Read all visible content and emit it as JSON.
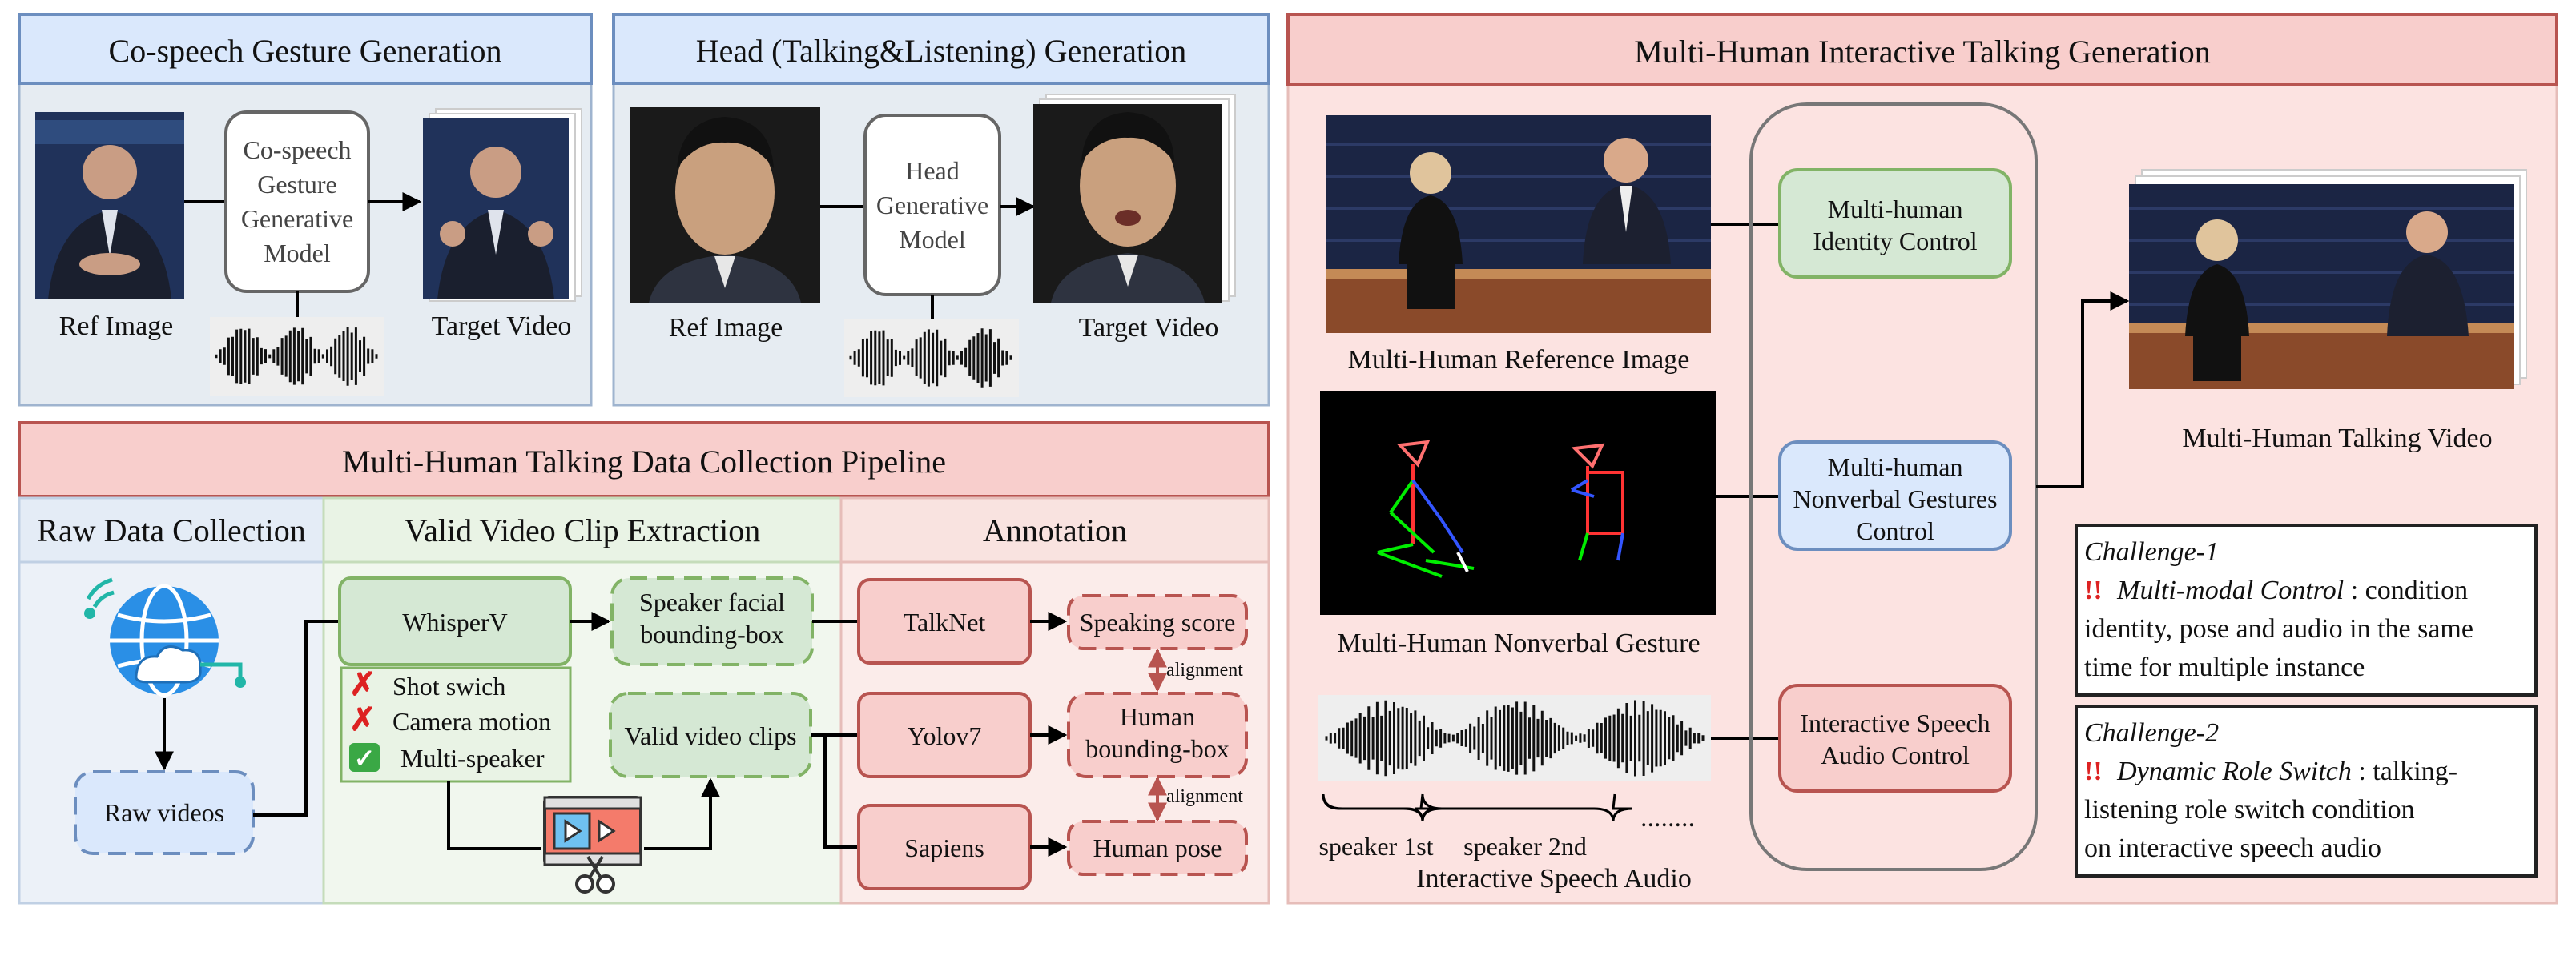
{
  "panels": {
    "cospeech": {
      "title": "Co-speech Gesture Generation",
      "model_lines": [
        "Co-speech",
        "Gesture",
        "Generative",
        "Model"
      ],
      "ref_label": "Ref Image",
      "target_label": "Target Video"
    },
    "head": {
      "title": "Head (Talking&Listening) Generation",
      "model_lines": [
        "Head",
        "Generative",
        "Model"
      ],
      "ref_label": "Ref Image",
      "target_label": "Target Video"
    },
    "pipeline": {
      "title": "Multi-Human Talking Data Collection Pipeline",
      "raw": {
        "title": "Raw Data Collection",
        "raw_videos": "Raw videos"
      },
      "valid": {
        "title": "Valid Video Clip Extraction",
        "whisperv": "WhisperV",
        "speaker_box_lines": [
          "Speaker facial",
          "bounding-box"
        ],
        "checks": [
          {
            "label": "Shot swich",
            "mark": "✗"
          },
          {
            "label": "Camera motion",
            "mark": "✗"
          },
          {
            "label": "Multi-speaker",
            "mark": "✓"
          }
        ],
        "valid_clips": "Valid video clips"
      },
      "annotation": {
        "title": "Annotation",
        "talknet": "TalkNet",
        "yolov7": "Yolov7",
        "sapiens": "Sapiens",
        "speaking_score": "Speaking score",
        "human_bbox_lines": [
          "Human",
          "bounding-box"
        ],
        "human_pose": "Human pose",
        "alignment_1": "alignment",
        "alignment_2": "alignment"
      }
    },
    "multi": {
      "title": "Multi-Human Interactive Talking Generation",
      "ref_image_label": "Multi-Human Reference Image",
      "gesture_label": "Multi-Human Nonverbal Gesture",
      "audio_label": "Interactive Speech Audio",
      "speaker_1": "speaker 1st",
      "speaker_2": "speaker 2nd",
      "ellipsis": "........",
      "identity_lines": [
        "Multi-human",
        "Identity Control"
      ],
      "gesture_ctrl_lines": [
        "Multi-human",
        "Nonverbal Gestures",
        "Control"
      ],
      "audio_ctrl_lines": [
        "Interactive Speech",
        "Audio Control"
      ],
      "output_label": "Multi-Human Talking Video",
      "challenge1": {
        "title": "Challenge-1",
        "bang": "!!",
        "key": "Multi-modal Control",
        "rest_1": ": condition",
        "line2": "identity, pose and audio in the same",
        "line3": "time for multiple instance"
      },
      "challenge2": {
        "title": "Challenge-2",
        "bang": "!!",
        "key": "Dynamic Role Switch",
        "rest_1": ": talking-",
        "line2": "listening role switch condition",
        "line3": "on interactive speech audio"
      }
    }
  },
  "colors": {
    "blue_fill": "#dae8fc",
    "blue_stroke": "#6c8ebf",
    "red_fill": "#f8cecc",
    "red_stroke": "#b85450",
    "green_fill": "#d5e8d4",
    "green_stroke": "#82b366"
  }
}
